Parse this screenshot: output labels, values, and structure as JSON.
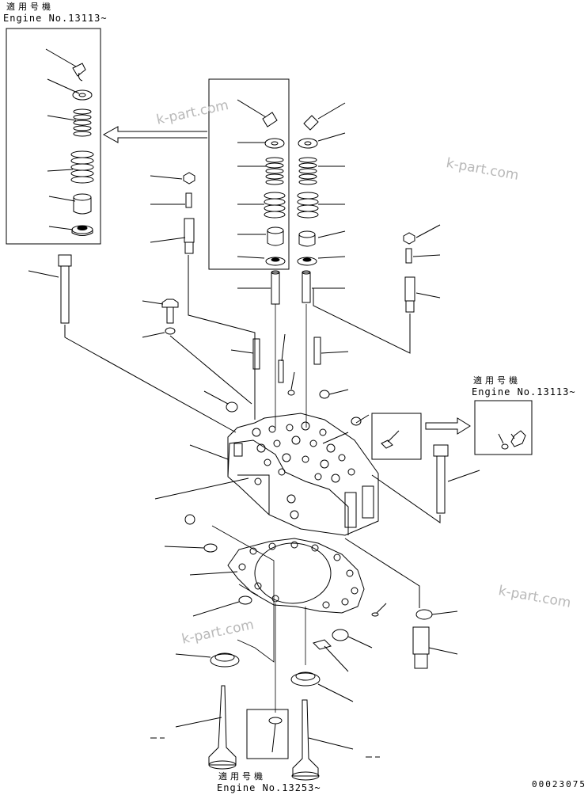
{
  "notes": {
    "top_left": {
      "applicable_label": "適用号機",
      "engine_label": "Engine No.13113~"
    },
    "right": {
      "applicable_label": "適用号機",
      "engine_label": "Engine No.13113~"
    },
    "bottom": {
      "applicable_label": "適用号機",
      "engine_label": "Engine No.13253~"
    }
  },
  "watermark": "k-part.com",
  "drawing_code": "00023075",
  "colors": {
    "line": "#000000",
    "watermark": "#b8b8b8"
  }
}
